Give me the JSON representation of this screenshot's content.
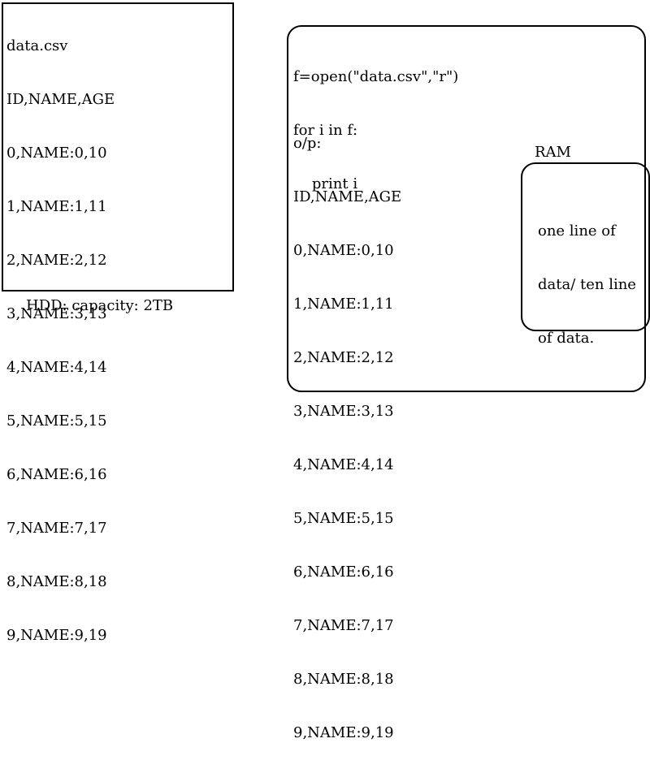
{
  "hdd": {
    "filename": "data.csv",
    "lines": [
      "ID,NAME,AGE",
      "0,NAME:0,10",
      "1,NAME:1,11",
      "2,NAME:2,12",
      "3,NAME:3,13",
      "4,NAME:4,14",
      "5,NAME:5,15",
      "6,NAME:6,16",
      "7,NAME:7,17",
      "8,NAME:8,18",
      "9,NAME:9,19"
    ],
    "caption": "HDD: capacity: 2TB"
  },
  "code": {
    "lines": [
      "f=open(\"data.csv\",\"r\")",
      "for i in f:",
      "    print i"
    ]
  },
  "output": {
    "label": "o/p:",
    "lines": [
      "ID,NAME,AGE",
      "0,NAME:0,10",
      "1,NAME:1,11",
      "2,NAME:2,12",
      "3,NAME:3,13",
      "4,NAME:4,14",
      "5,NAME:5,15",
      "6,NAME:6,16",
      "7,NAME:7,17",
      "8,NAME:8,18",
      "9,NAME:9,19"
    ]
  },
  "ram": {
    "label": "RAM",
    "note_lines": [
      "one line of",
      "data/ ten line",
      "of data."
    ]
  }
}
